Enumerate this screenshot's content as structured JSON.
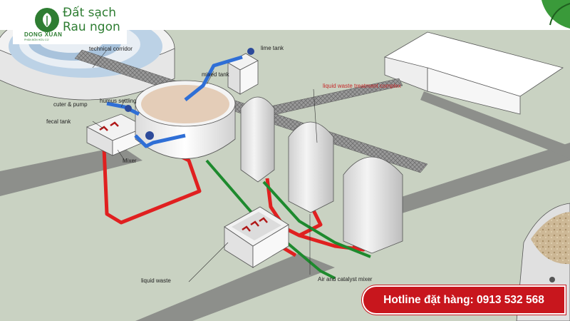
{
  "brand": {
    "logo_name": "DONG XUAN",
    "logo_tagline": "PHÂN BÓN HỮU CƠ",
    "slogan_line1": "Đất sạch",
    "slogan_line2": "Rau ngon"
  },
  "labels": {
    "technical_corridor": "technical corridor",
    "lime_tank": "lime tank",
    "mixed_tank": "mixed tank",
    "liquid_waste_complex": "liquid waste treatment complex",
    "humus_settling": "humus settling",
    "cuter_pump": "cuter & pump",
    "fecal_tank": "fecal tank",
    "mixer": "Mixer",
    "liquid_waste": "liquid waste",
    "air_catalyst_mixer": "Air and catalyst mixer"
  },
  "hotline": {
    "text": "Hotline đặt hàng: 0913 532 568"
  },
  "colors": {
    "ground": "#c9d2c2",
    "brand_green": "#2e7d32",
    "hotline_red": "#c8161d",
    "pipe_red": "#e02020",
    "pipe_green": "#1e8a2e",
    "pipe_blue": "#2f6fd6",
    "label_red": "#c62828"
  }
}
